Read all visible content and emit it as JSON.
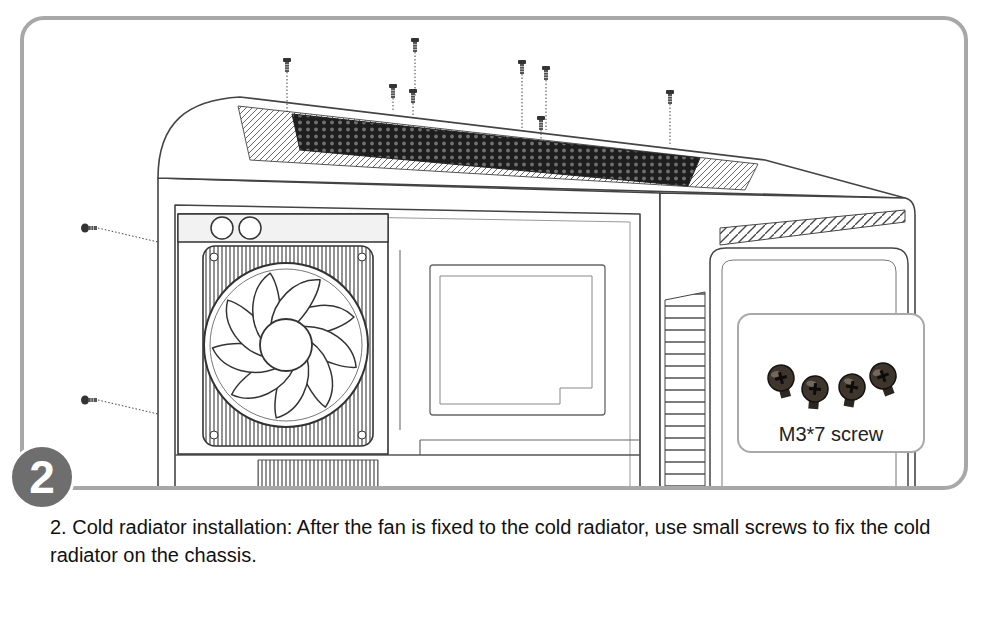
{
  "diagram": {
    "caption": "2. Cold radiator installation: After the fan is fixed to the cold radiator, use small screws to fix the cold radiator on the chassis.",
    "nodes": [
      {
        "text": [
          "M3*7 screw"
        ]
      },
      {
        "text": [
          "2"
        ]
      }
    ]
  }
}
